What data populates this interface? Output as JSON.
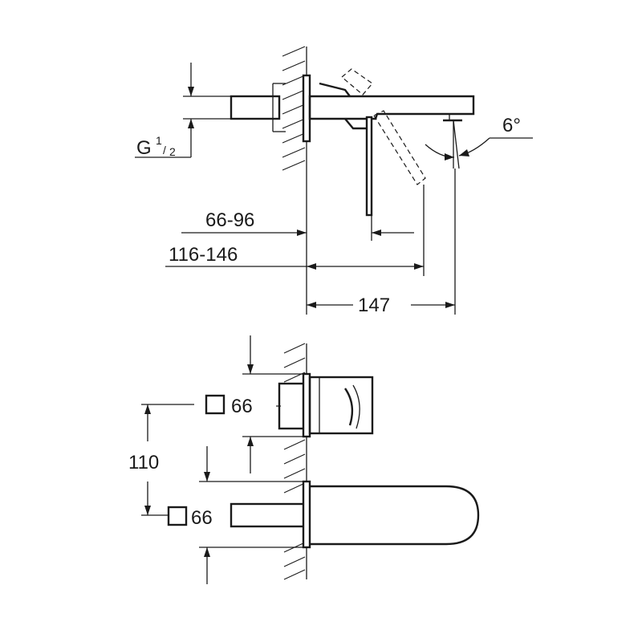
{
  "side_view": {
    "thread_label": "G",
    "thread_sup": "1",
    "thread_sub": "2",
    "angle_label": "6°",
    "dim_lever_clearance": "66-96",
    "dim_lever_clearance_max": "116-146",
    "dim_spout_projection": "147"
  },
  "front_view": {
    "mixer_cover_size": "66",
    "spout_cover_size": "66",
    "dim_center_distance": "110"
  }
}
